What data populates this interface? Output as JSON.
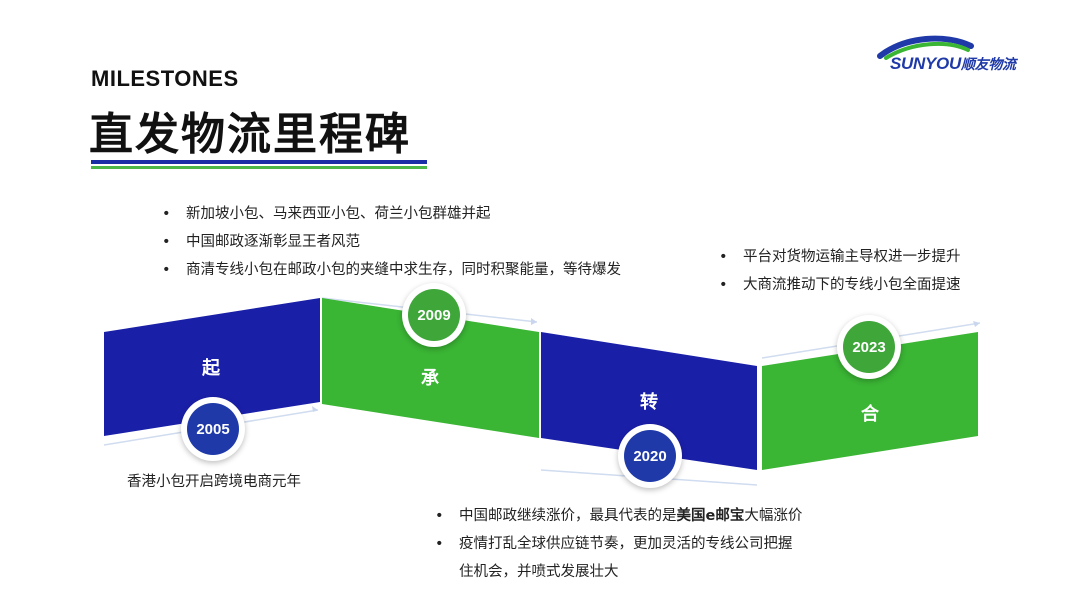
{
  "header": {
    "eyebrow": "MILESTONES",
    "title": "直发物流里程碑"
  },
  "logo": {
    "text_latin": "SUNYOU",
    "text_cn": "顺友物流"
  },
  "phases": [
    {
      "label": "起",
      "year": "2005",
      "color": "#1a1fa8"
    },
    {
      "label": "承",
      "year": "2009",
      "color": "#3ab534"
    },
    {
      "label": "转",
      "year": "2020",
      "color": "#1a1fa8"
    },
    {
      "label": "合",
      "year": "2023",
      "color": "#3ab534"
    }
  ],
  "notes": {
    "y2005": "香港小包开启跨境电商元年",
    "y2009": [
      "新加坡小包、马来西亚小包、荷兰小包群雄并起",
      "中国邮政逐渐彰显王者风范",
      "商清专线小包在邮政小包的夹缝中求生存，同时积聚能量，等待爆发"
    ],
    "y2020": {
      "line1_pre": "中国邮政继续涨价，最具代表的是",
      "line1_bold": "美国e邮宝",
      "line1_post": "大幅涨价",
      "line2": "疫情打乱全球供应链节奏，更加灵活的专线公司把握",
      "line2_cont": "住机会，并喷式发展壮大"
    },
    "y2023": [
      "平台对货物运输主导权进一步提升",
      "大商流推动下的专线小包全面提速"
    ]
  },
  "colors": {
    "blue": "#1a1fa8",
    "green": "#3ab534",
    "rule_blue": "#1a2fa6",
    "rule_green": "#4cb848"
  }
}
